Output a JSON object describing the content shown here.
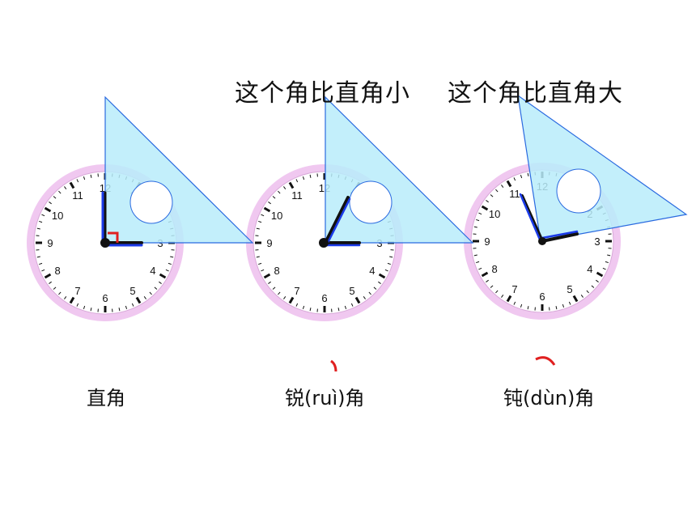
{
  "captions": {
    "smaller": "这个角比直角小",
    "larger": "这个角比直角大"
  },
  "labels": {
    "right_angle": "直角",
    "acute_angle": "锐(ruì)角",
    "obtuse_angle": "钝(dùn)角"
  },
  "clock_numbers": [
    "12",
    "1",
    "2",
    "3",
    "4",
    "5",
    "6",
    "7",
    "8",
    "9",
    "10",
    "11"
  ],
  "colors": {
    "clock_ring": "#f0c8f0",
    "triangle_fill": "#b8ecfa",
    "triangle_stroke": "#2a6ae0",
    "hand_black": "#111111",
    "hand_blue": "#1a3ae8",
    "right_angle_mark": "#e02020"
  }
}
